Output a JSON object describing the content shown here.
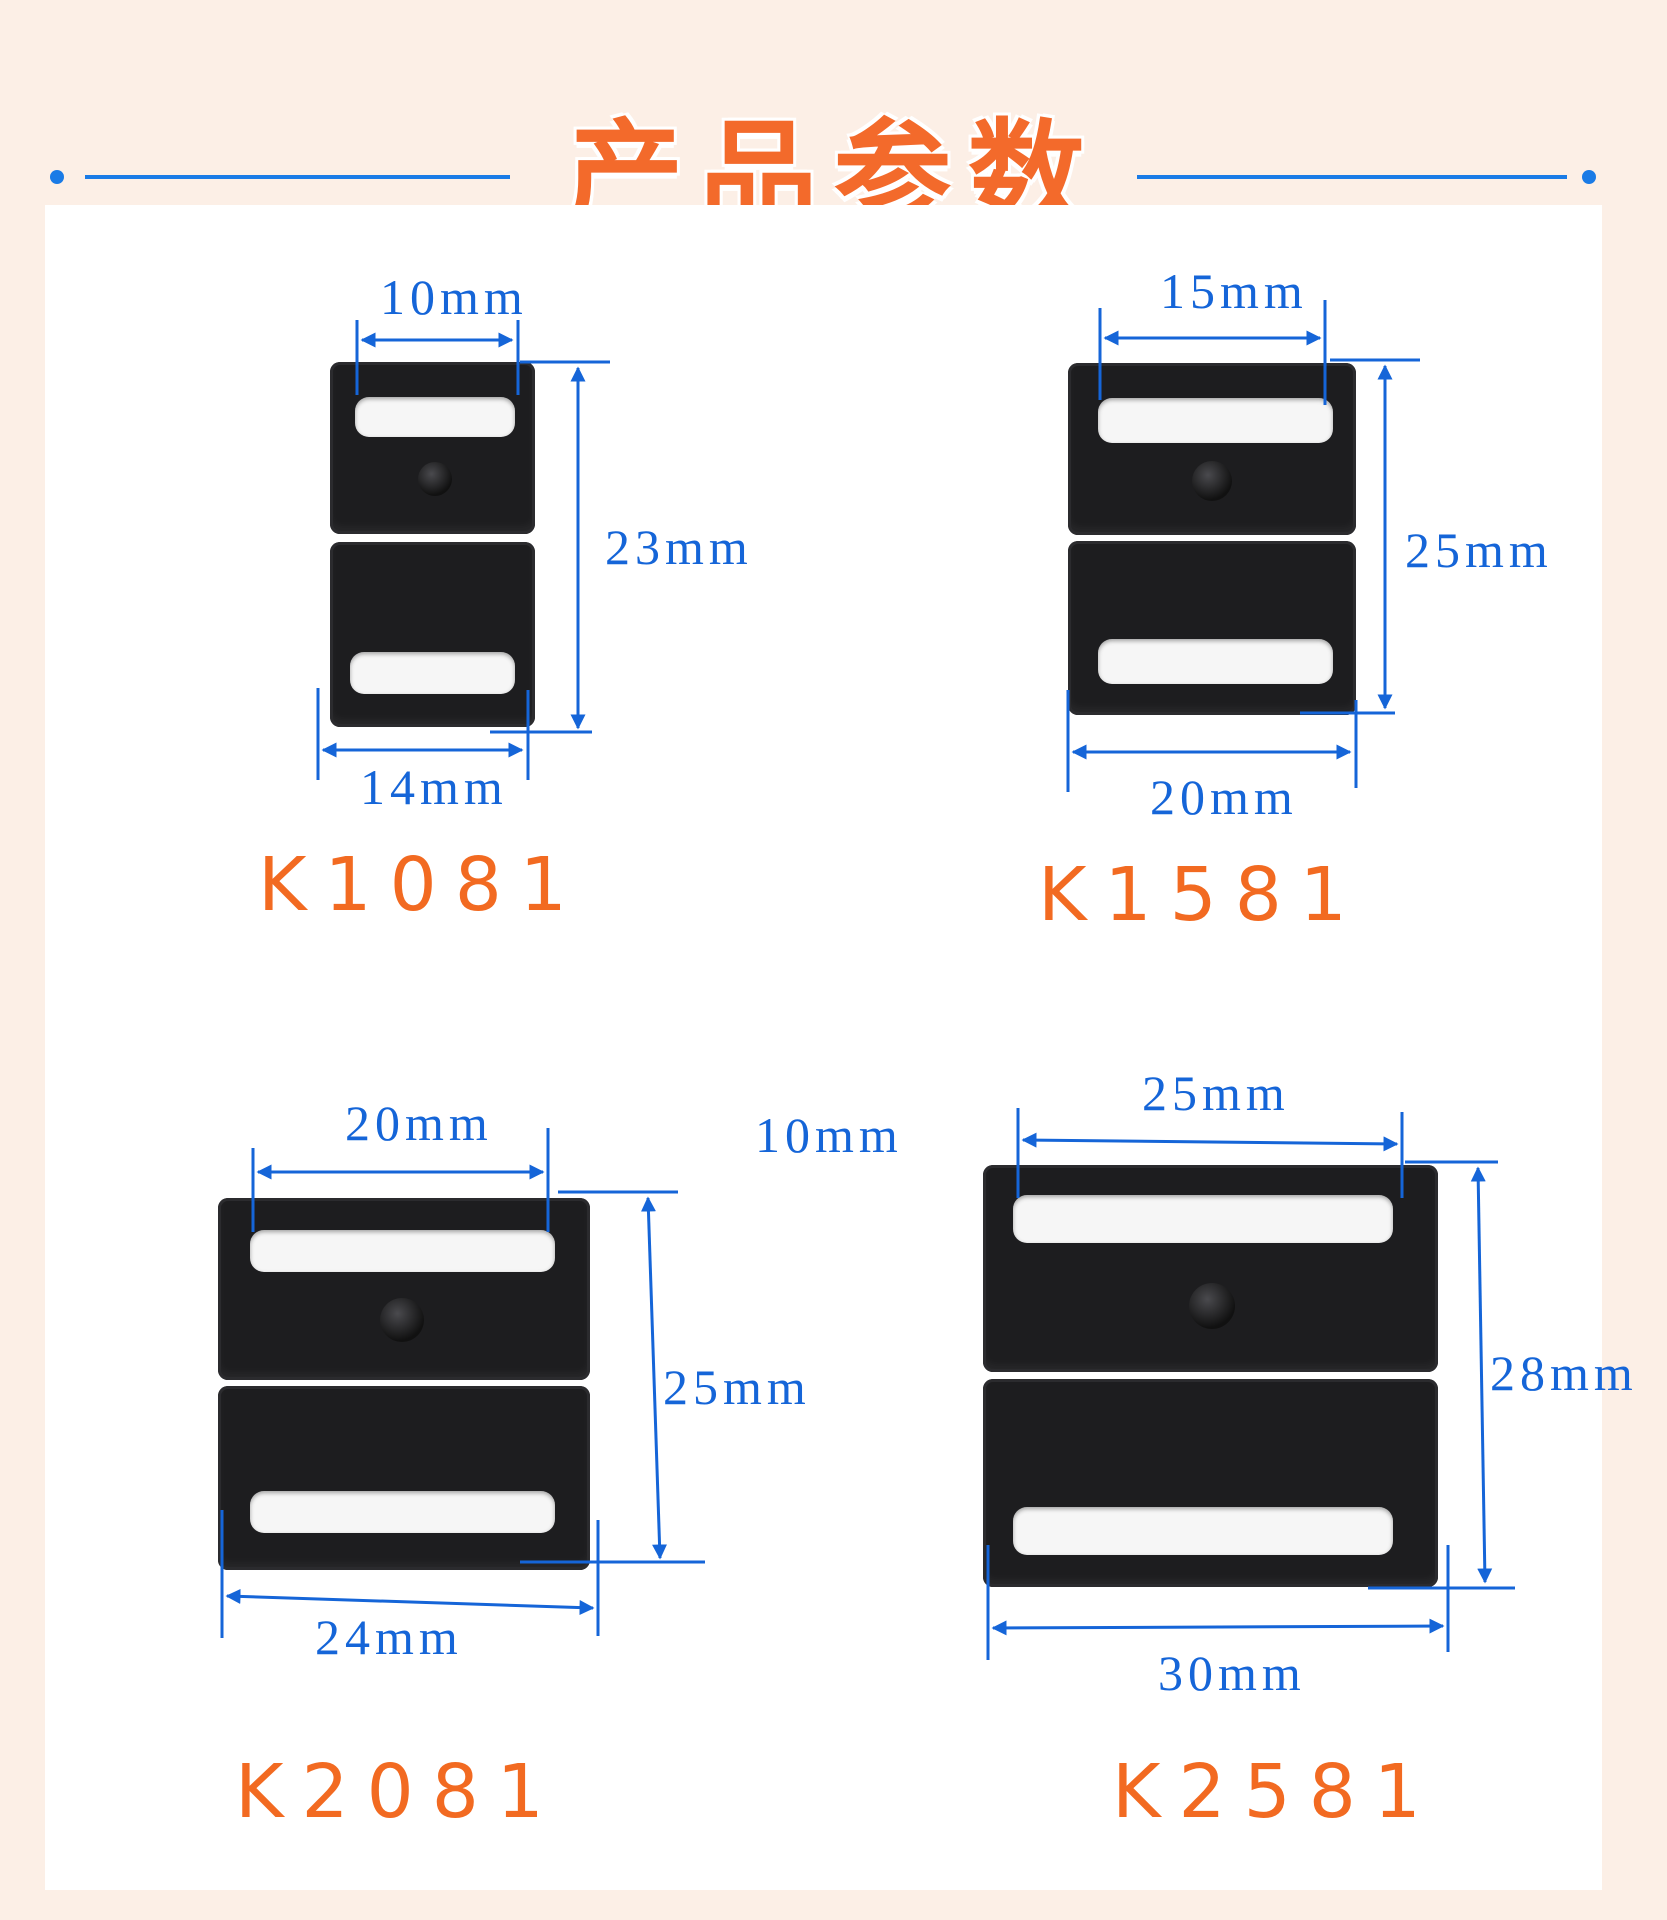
{
  "header": {
    "title": "产品参数",
    "accent_color": "#f36a2b",
    "line_color": "#1a7be6"
  },
  "products": [
    {
      "model": "K1081",
      "inner_width": "10mm",
      "height": "23mm",
      "outer_width": "14mm"
    },
    {
      "model": "K1581",
      "inner_width": "15mm",
      "height": "25mm",
      "outer_width": "20mm"
    },
    {
      "model": "K2081",
      "inner_width": "20mm",
      "height": "25mm",
      "outer_width": "24mm",
      "extra_label": "10mm"
    },
    {
      "model": "K2581",
      "inner_width": "25mm",
      "height": "28mm",
      "outer_width": "30mm"
    }
  ],
  "colors": {
    "dimension": "#1565d8",
    "model_code": "#f26a21",
    "buckle": "#1d1d1f"
  }
}
